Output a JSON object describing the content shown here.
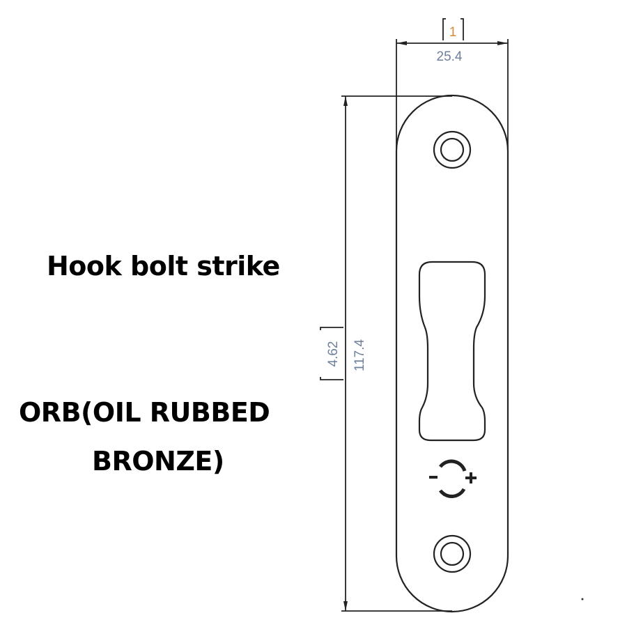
{
  "title": "Hook bolt strike",
  "finish_line1": "ORB(OIL RUBBED",
  "finish_line2": "BRONZE)",
  "drawing": {
    "width_mm": "25.4",
    "width_in": "1",
    "height_mm": "117.4",
    "height_in": "4.62",
    "colors": {
      "line": "#222222",
      "dim_text": "#6d7f9c",
      "dim_text_alt": "#d88a3c"
    }
  }
}
